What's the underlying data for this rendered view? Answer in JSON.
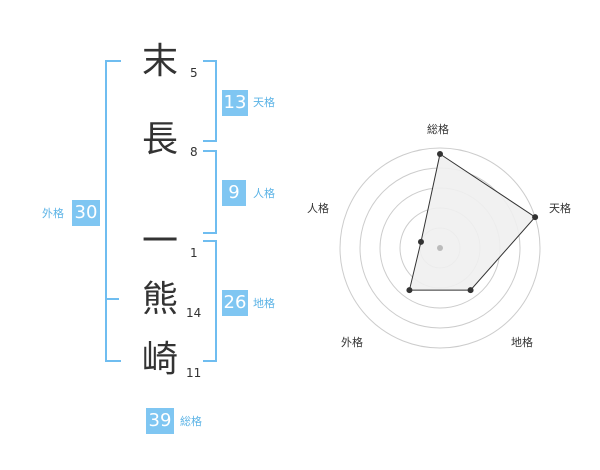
{
  "name": {
    "chars": [
      {
        "char": "末",
        "strokes": "5"
      },
      {
        "char": "長",
        "strokes": "8"
      },
      {
        "char": "一",
        "strokes": "1"
      },
      {
        "char": "熊",
        "strokes": "14"
      },
      {
        "char": "崎",
        "strokes": "11"
      }
    ]
  },
  "kakusu": {
    "tenkaku": {
      "value": "13",
      "label": "天格"
    },
    "jinkaku": {
      "value": "9",
      "label": "人格"
    },
    "chikaku": {
      "value": "26",
      "label": "地格"
    },
    "gaikaku": {
      "value": "30",
      "label": "外格"
    },
    "soukaku": {
      "value": "39",
      "label": "総格"
    }
  },
  "radar": {
    "labels": {
      "soukaku": "総格",
      "tenkaku": "天格",
      "chikaku": "地格",
      "gaikaku": "外格",
      "jinkaku": "人格"
    },
    "axes_order": [
      "総格",
      "天格",
      "地格",
      "外格",
      "人格"
    ],
    "levels": 5,
    "values": [
      4.7,
      5.0,
      2.6,
      2.6,
      1.0
    ],
    "max": 5,
    "colors": {
      "fill": "#efefef",
      "stroke": "#333333",
      "grid": "#cccccc",
      "center": "#bbbbbb"
    }
  }
}
